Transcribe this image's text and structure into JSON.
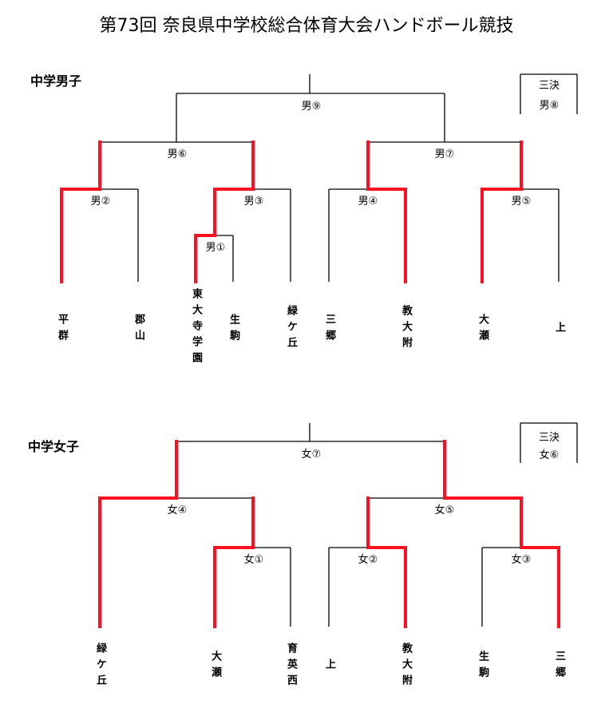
{
  "title": "第73回 奈良県中学校総合体育大会ハンドボール競技",
  "colors": {
    "winner_line": "#ff1020",
    "line": "#000000"
  },
  "boys": {
    "heading": "中学男子",
    "third_place": {
      "label": "三決",
      "match": "男⑧"
    },
    "matches": [
      "男①",
      "男②",
      "男③",
      "男④",
      "男⑤",
      "男⑥",
      "男⑦",
      "男⑨"
    ],
    "teams": [
      "平群",
      "郡山",
      "東大寺学園",
      "生駒",
      "緑ケ丘",
      "三郷",
      "教大附",
      "大瀬",
      "上"
    ]
  },
  "girls": {
    "heading": "中学女子",
    "third_place": {
      "label": "三決",
      "match": "女⑥"
    },
    "matches": [
      "女①",
      "女②",
      "女③",
      "女④",
      "女⑤",
      "女⑦"
    ],
    "teams": [
      "緑ケ丘",
      "大瀬",
      "育英西",
      "上",
      "教大附",
      "生駒",
      "三郷"
    ]
  }
}
